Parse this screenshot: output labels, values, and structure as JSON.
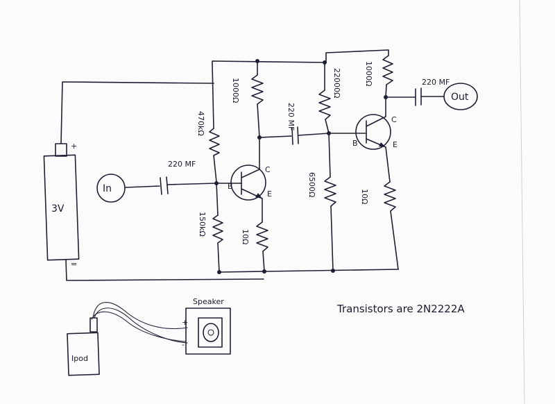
{
  "battery": {
    "voltage": "3V",
    "plus": "+",
    "minus": "="
  },
  "input_label": "In",
  "output_label": "Out",
  "cap1": "220 MF",
  "cap2": "220 MF",
  "cap3": "220 MF",
  "r_470k": "470kΩ",
  "r_150k": "150kΩ",
  "r_1000a": "1000Ω",
  "r_10a": "10Ω",
  "r_22000": "22000Ω",
  "r_6500": "6500Ω",
  "r_1000b": "1000Ω",
  "r_10b": "10Ω",
  "q1": {
    "b": "B",
    "c": "C",
    "e": "E"
  },
  "q2": {
    "b": "B",
    "c": "C",
    "e": "E"
  },
  "note": "Transistors are 2N2222A",
  "ipod_label": "Ipod",
  "speaker_label": "Speaker",
  "speaker_plus": "+",
  "speaker_minus": "-"
}
